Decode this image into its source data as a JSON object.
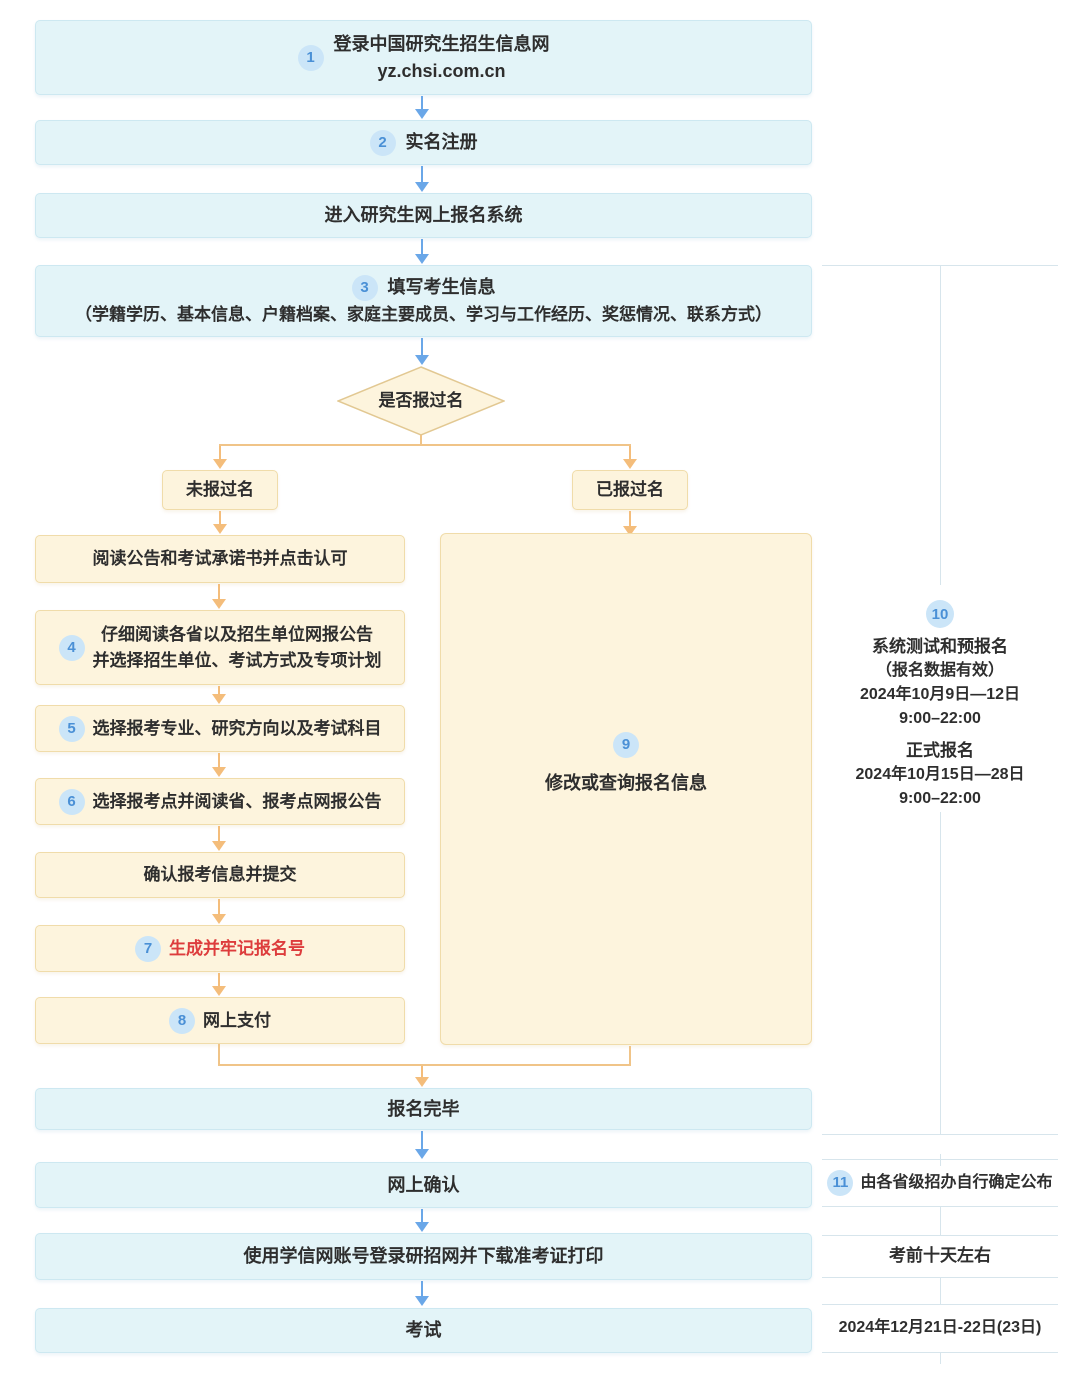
{
  "flow": {
    "step1": {
      "num": "1",
      "title": "登录中国研究生招生信息网",
      "url": "yz.chsi.com.cn"
    },
    "step2": {
      "num": "2",
      "label": "实名注册"
    },
    "enter_system": {
      "label": "进入研究生网上报名系统"
    },
    "step3": {
      "num": "3",
      "title": "填写考生信息",
      "detail": "（学籍学历、基本信息、户籍档案、家庭主要成员、学习与工作经历、奖惩情况、联系方式）"
    },
    "decision": {
      "label": "是否报过名"
    },
    "branch_no": {
      "label": "未报过名"
    },
    "branch_yes": {
      "label": "已报过名"
    },
    "left_steps": [
      {
        "label": "阅读公告和考试承诺书并点击认可"
      },
      {
        "num": "4",
        "line1": "仔细阅读各省以及招生单位网报公告",
        "line2": "并选择招生单位、考试方式及专项计划"
      },
      {
        "num": "5",
        "label": "选择报考专业、研究方向以及考试科目"
      },
      {
        "num": "6",
        "label": "选择报考点并阅读省、报考点网报公告"
      },
      {
        "label": "确认报考信息并提交"
      },
      {
        "num": "7",
        "label": "生成并牢记报名号"
      },
      {
        "num": "8",
        "label": "网上支付"
      }
    ],
    "modify_box": {
      "num": "9",
      "label": "修改或查询报名信息"
    },
    "finish": {
      "label": "报名完毕"
    },
    "online_confirm": {
      "label": "网上确认"
    },
    "print_ticket": {
      "label": "使用学信网账号登录研招网并下载准考证打印"
    },
    "exam": {
      "label": "考试"
    }
  },
  "sidebar": {
    "registration": {
      "num": "10",
      "title": "系统测试和预报名",
      "note": "（报名数据有效）",
      "pre_date": "2024年10月9日—12日",
      "pre_time": "9:00–22:00",
      "formal_title": "正式报名",
      "formal_date": "2024年10月15日—28日",
      "formal_time": "9:00–22:00"
    },
    "confirm_note": {
      "num": "11",
      "label": "由各省级招办自行确定公布"
    },
    "ticket_note": {
      "label": "考前十天左右"
    },
    "exam_date": {
      "label": "2024年12月21日-22日(23日)"
    }
  },
  "colors": {
    "box_blue_fill": "#e3f4f8",
    "box_blue_border": "#cde8f1",
    "box_yellow_fill": "#fdf4dd",
    "box_yellow_border": "#f0dcaa",
    "diamond_border": "#e2c892",
    "arrow_blue": "#6aa7e8",
    "arrow_orange": "#f4bd7b",
    "connector_orange": "#f0c488",
    "badge_bg": "#cbe5f8",
    "badge_text": "#4a90d6",
    "text_dark": "#2e2e2e",
    "highlight_red": "#dd3c3c",
    "divider": "#d7e5ec"
  }
}
